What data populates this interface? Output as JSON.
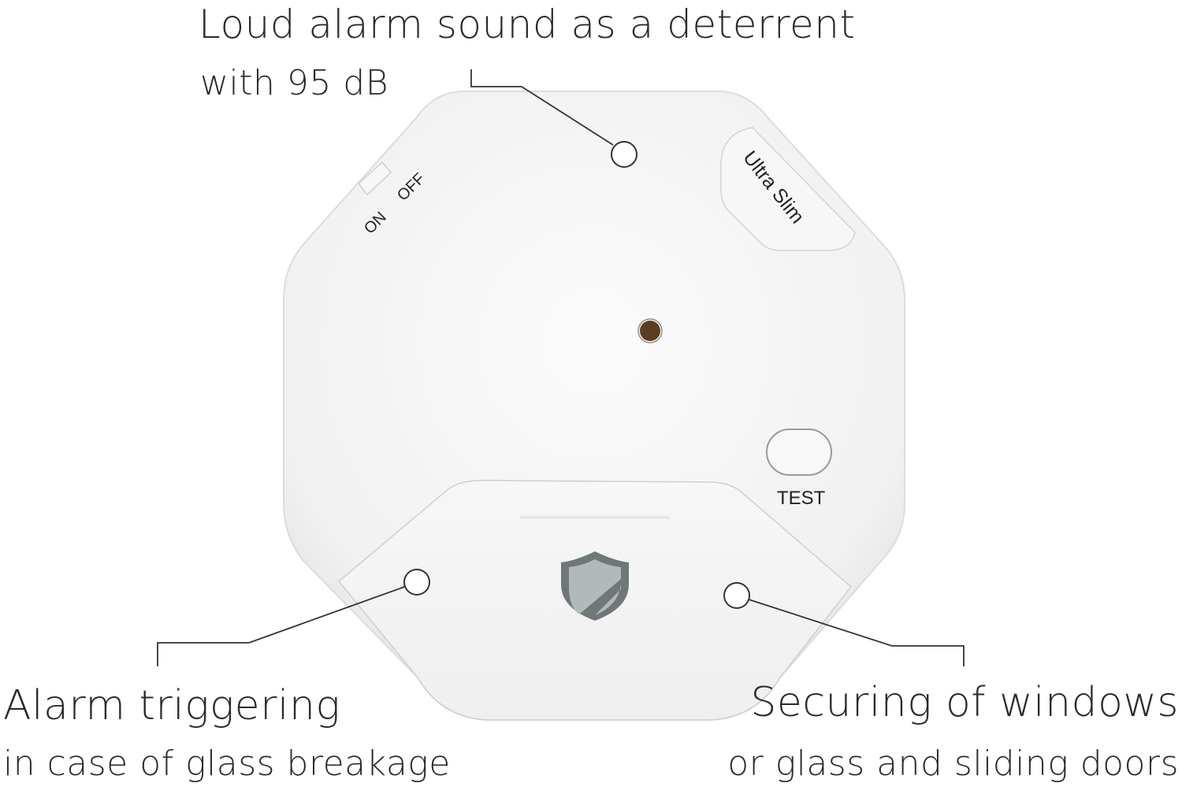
{
  "callouts": {
    "top": {
      "line1": "Loud alarm sound as a deterrent",
      "line2": "with 95 dB"
    },
    "bottom_left": {
      "line1": "Alarm triggering",
      "line2": "in case of glass breakage"
    },
    "bottom_right": {
      "line1": "Securing of windows",
      "line2": "or glass and sliding doors"
    }
  },
  "device": {
    "switch_on_label": "ON",
    "switch_off_label": "OFF",
    "badge_label": "Ultra Slim",
    "test_button_label": "TEST",
    "logo_icon": "shield-icon",
    "body_color": "#f4f4f4",
    "edge_color": "#d9d9d9"
  }
}
